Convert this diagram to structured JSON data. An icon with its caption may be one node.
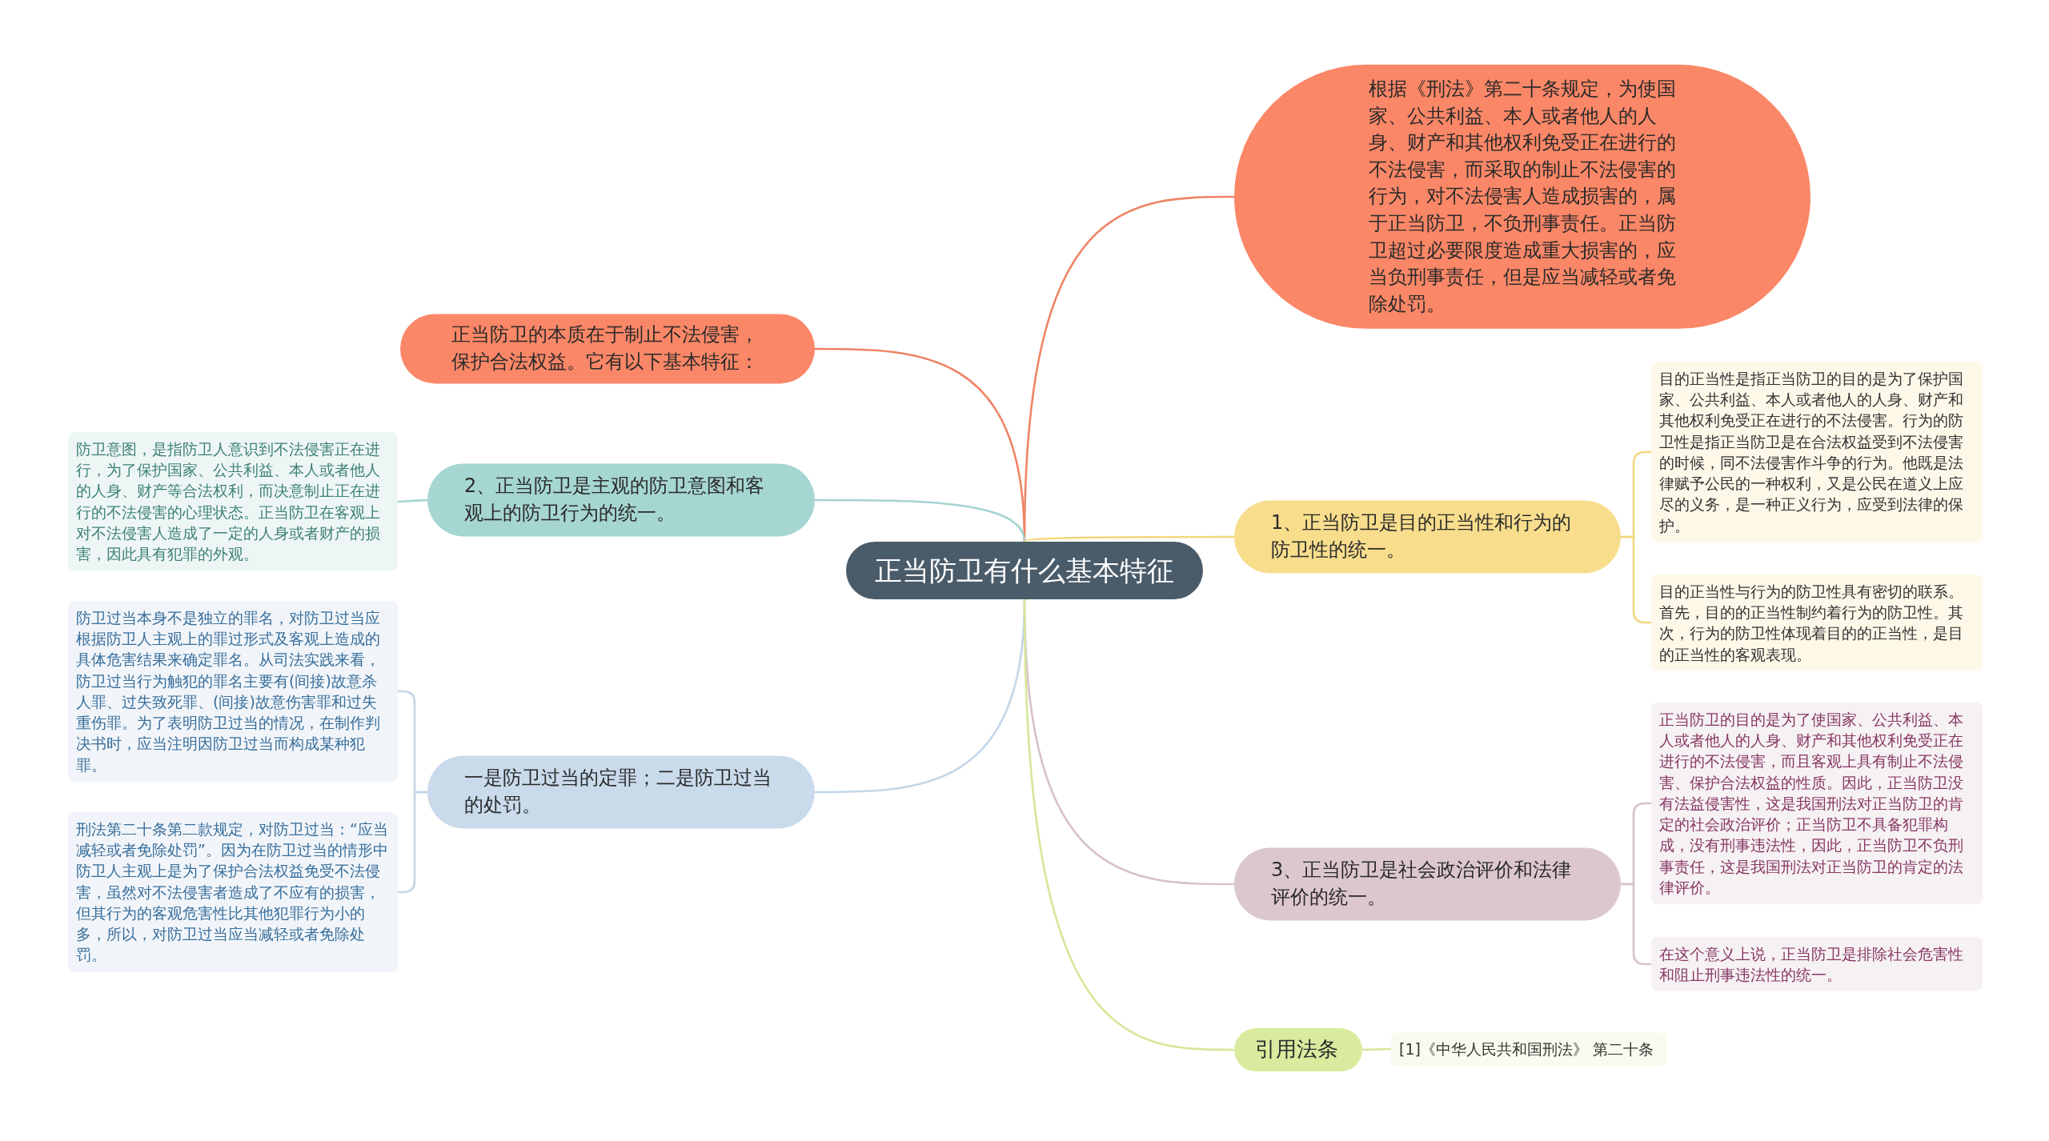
{
  "diagram": {
    "nodes": [
      {
        "text": [
          "正当防卫有什么基本特征"
        ]
      },
      {
        "text": [
          "根据《刑法》第二十条规定，为使国家、公共利益、本人或者他人的人身、财产和其他权利免受正在进行的不法侵害，而采取的制止不法侵害的行为，对不法侵害人造成损害的，属于正当防卫，不负刑事责任。正当防卫超过必要限度造成重大损害的，应当负刑事责任，但是应当减轻或者免除处罚。"
        ]
      },
      {
        "text": [
          "正当防卫的本质在于制止不法侵害，保护合法权益。它有以下基本特征："
        ]
      },
      {
        "text": [
          "2、正当防卫是主观的防卫意图和客观上的防卫行为的统一。"
        ]
      },
      {
        "text": [
          "防卫意图，是指防卫人意识到不法侵害正在进行，为了保护国家、公共利益、本人或者他人的人身、财产等合法权利，而决意制止正在进行的不法侵害的心理状态。正当防卫在客观上对不法侵害人造成了一定的人身或者财产的损害，因此具有犯罪的外观。"
        ]
      },
      {
        "text": [
          "一是防卫过当的定罪；二是防卫过当的处罚。"
        ]
      },
      {
        "text": [
          "防卫过当本身不是独立的罪名，对防卫过当应根据防卫人主观上的罪过形式及客观上造成的具体危害结果来确定罪名。从司法实践来看，防卫过当行为触犯的罪名主要有(间接)故意杀人罪、过失致死罪、(间接)故意伤害罪和过失重伤罪。为了表明防卫过当的情况，在制作判决书时，应当注明因防卫过当而构成某种犯罪。"
        ]
      },
      {
        "text": [
          "刑法第二十条第二款规定，对防卫过当：“应当减轻或者免除处罚”。因为在防卫过当的情形中防卫人主观上是为了保护合法权益免受不法侵害，虽然对不法侵害者造成了不应有的损害，但其行为的客观危害性比其他犯罪行为小的多，所以，对防卫过当应当减轻或者免除处罚。"
        ]
      },
      {
        "text": [
          "1、正当防卫是目的正当性和行为的防卫性的统一。"
        ]
      },
      {
        "text": [
          "目的正当性是指正当防卫的目的是为了保护国家、公共利益、本人或者他人的人身、财产和其他权利免受正在进行的不法侵害。行为的防卫性是指正当防卫是在合法权益受到不法侵害的时候，同不法侵害作斗争的行为。他既是法律赋予公民的一种权利，又是公民在道义上应尽的义务，是一种正义行为，应受到法律的保护。"
        ]
      },
      {
        "text": [
          "目的正当性与行为的防卫性具有密切的联系。首先，目的的正当性制约着行为的防卫性。其次，行为的防卫性体现着目的的正当性，是目的正当性的客观表现。"
        ]
      },
      {
        "text": [
          "3、正当防卫是社会政治评价和法律评价的统一。"
        ]
      },
      {
        "text": [
          "正当防卫的目的是为了使国家、公共利益、本人或者他人的人身、财产和其他权利免受正在进行的不法侵害，而且客观上具有制止不法侵害、保护合法权益的性质。因此，正当防卫没有法益侵害性，这是我国刑法对正当防卫的肯定的社会政治评价；正当防卫不具备犯罪构成，没有刑事违法性，因此，正当防卫不负刑事责任，这是我国刑法对正当防卫的肯定的法律评价。"
        ]
      },
      {
        "text": [
          "在这个意义上说，正当防卫是排除社会危害性和阻止刑事违法性的统一。"
        ]
      },
      {
        "text": [
          "引用法条"
        ]
      },
      {
        "text": [
          "[1]《中华人民共和国刑法》 第二十条"
        ]
      }
    ],
    "edges": [
      {
        "from": 0,
        "to": 1,
        "arrow": "none",
        "color": "#ef8466"
      },
      {
        "from": 0,
        "to": 2,
        "arrow": "none",
        "color": "#ef8466"
      },
      {
        "from": 0,
        "to": 3,
        "arrow": "none",
        "color": "#a5d5d0"
      },
      {
        "from": 0,
        "to": 5,
        "arrow": "none",
        "color": "#c3d6e8"
      },
      {
        "from": 0,
        "to": 8,
        "arrow": "none",
        "color": "#f3d77f"
      },
      {
        "from": 0,
        "to": 11,
        "arrow": "none",
        "color": "#d7c1cb"
      },
      {
        "from": 0,
        "to": 14,
        "arrow": "none",
        "color": "#d6e79a"
      },
      {
        "from": 3,
        "to": 4,
        "arrow": "none",
        "color": "#a5d5d0"
      },
      {
        "from": 5,
        "to": 6,
        "arrow": "none",
        "color": "#c3d6e8"
      },
      {
        "from": 5,
        "to": 7,
        "arrow": "none",
        "color": "#c3d6e8"
      },
      {
        "from": 8,
        "to": 9,
        "arrow": "none",
        "color": "#f3d77f"
      },
      {
        "from": 8,
        "to": 10,
        "arrow": "none",
        "color": "#f3d77f"
      },
      {
        "from": 11,
        "to": 12,
        "arrow": "none",
        "color": "#d7c1cb"
      },
      {
        "from": 11,
        "to": 13,
        "arrow": "none",
        "color": "#d7c1cb"
      },
      {
        "from": 14,
        "to": 15,
        "arrow": "none",
        "color": "#d6e79a"
      }
    ]
  }
}
